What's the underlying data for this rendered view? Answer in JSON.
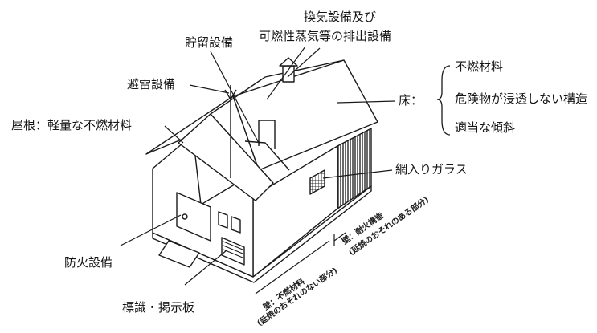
{
  "labels": {
    "ventilation_line1": "換気設備及び",
    "ventilation_line2": "可燃性蒸気等の排出設備",
    "storage": "貯留設備",
    "lightning": "避雷設備",
    "roof": "屋根：軽量な不燃材料",
    "floor_prefix": "床：",
    "floor_items": [
      "不燃材料",
      "危険物が浸透しない構造",
      "適当な傾斜"
    ],
    "wired_glass": "網入りガラス",
    "fire_equipment": "防火設備",
    "sign_board": "標識・掲示板"
  },
  "wall_notes": {
    "fireproof_title": "壁：耐火構造",
    "fireproof_note": "(延焼のおそれのある部分)",
    "noncomb_title": "壁：不燃材料",
    "noncomb_note": "(延焼のおそれのない部分)"
  },
  "colors": {
    "line": "#1a1a1a",
    "hatch": "#555555",
    "roof_fill": "#ffffff",
    "background": "#ffffff"
  }
}
